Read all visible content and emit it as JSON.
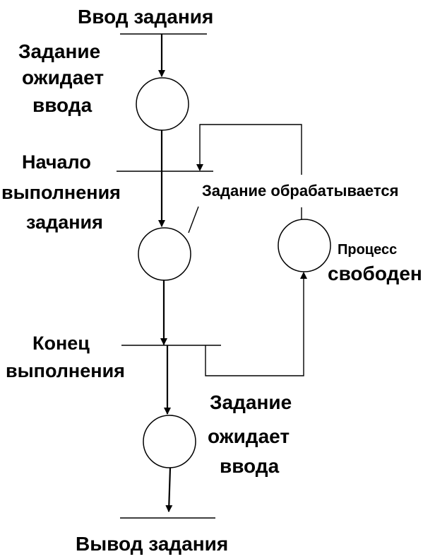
{
  "diagram": {
    "input_task": "Ввод задания",
    "task_waits_input_1": [
      "Задание",
      "ожидает",
      "ввода"
    ],
    "start_execution": [
      "Начало",
      "выполнения",
      "задания"
    ],
    "task_processing": "Задание обрабатывается",
    "process_free": [
      "Процесс",
      "свободен"
    ],
    "end_execution": [
      "Конец",
      "выполнения"
    ],
    "task_waits_input_2": [
      "Задание",
      "ожидает",
      "ввода"
    ],
    "output_task": "Вывод задания"
  },
  "colors": {
    "ink": "#000000",
    "background": "#ffffff"
  }
}
